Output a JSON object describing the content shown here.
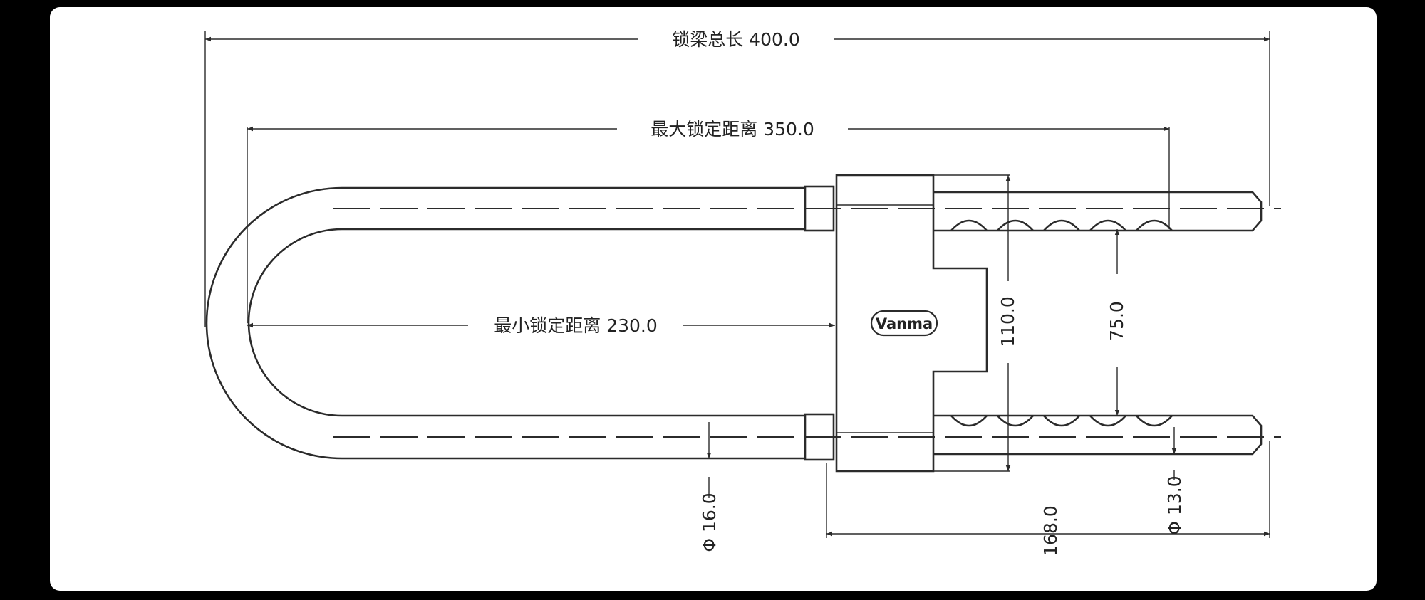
{
  "brand": "Vanma",
  "dimensions": {
    "total_shackle_length": "锁梁总长 400.0",
    "max_locking_distance": "最大锁定距离 350.0",
    "min_locking_distance": "最小锁定距离 230.0",
    "body_height": "110.0",
    "shackle_spacing": "75.0",
    "shackle_diameter": "Φ 16.0",
    "tip_diameter": "Φ 13.0",
    "bar_length": "168.0"
  },
  "colors": {
    "background": "#000000",
    "panel": "#ffffff",
    "line": "#2b2b2b"
  }
}
